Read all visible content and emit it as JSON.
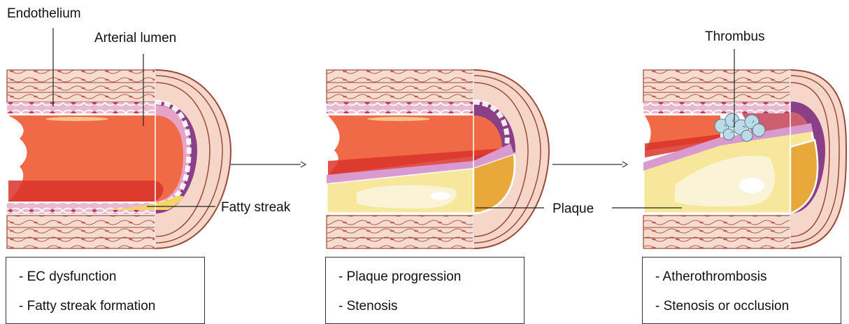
{
  "labels": {
    "endothelium": "Endothelium",
    "arterial_lumen": "Arterial lumen",
    "fatty_streak": "Fatty streak",
    "plaque": "Plaque",
    "thrombus": "Thrombus"
  },
  "stages": [
    {
      "lines": [
        "- EC dysfunction",
        "- Fatty streak formation"
      ]
    },
    {
      "lines": [
        "- Plaque progression",
        "- Stenosis"
      ]
    },
    {
      "lines": [
        "- Atherothrombosis",
        "- Stenosis or occlusion"
      ]
    }
  ],
  "colors": {
    "wall_outer": "#f5d9cc",
    "wall_stroke": "#9a4a3a",
    "intima_pink": "#d9a3cf",
    "media_purple": "#8a3f86",
    "cell_fill": "#f0c3b8",
    "cell_nucleus": "#b8405a",
    "lumen_orange": "#f06a45",
    "lumen_red": "#d9332a",
    "plaque_yellow": "#f7e79a",
    "plaque_core": "#faf3d6",
    "plaque_orange": "#e6a93a",
    "thrombus_blue": "#bcdbe8",
    "thrombus_dark": "#cd5e6f"
  }
}
